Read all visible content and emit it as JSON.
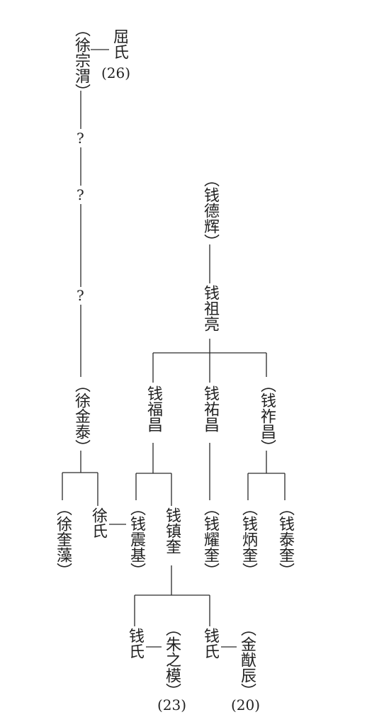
{
  "diagram": {
    "people": {
      "xu_zongwei": "（徐宗渭）",
      "qu_shi": "屈氏",
      "qu_shi_age": "(26)",
      "unknown_1": "?",
      "unknown_2": "?",
      "unknown_3": "?",
      "xu_jintai": "（徐金泰）",
      "xu_kuizao": "（徐奎藻）",
      "xu_shi": "徐氏",
      "qian_dehui": "（钱德辉）",
      "qian_zuliang": "钱祖亮",
      "qian_fuchang": "钱福昌",
      "qian_youchang": "钱祐昌",
      "qian_zuochang": "（钱祚昌）",
      "qian_zhenji": "（钱震基）",
      "qian_zhenkui": "钱镇奎",
      "qian_yaokui": "（钱耀奎）",
      "qian_bingkui": "（钱炳奎）",
      "qian_taikui": "（钱泰奎）",
      "qian_shi_1": "钱氏",
      "zhu_zhimo": "（朱之模）",
      "zhu_age": "(23)",
      "qian_shi_2": "钱氏",
      "jin_youchen": "（金猷辰）",
      "jin_age": "(20)"
    },
    "line_color": "#2a2a2a"
  }
}
